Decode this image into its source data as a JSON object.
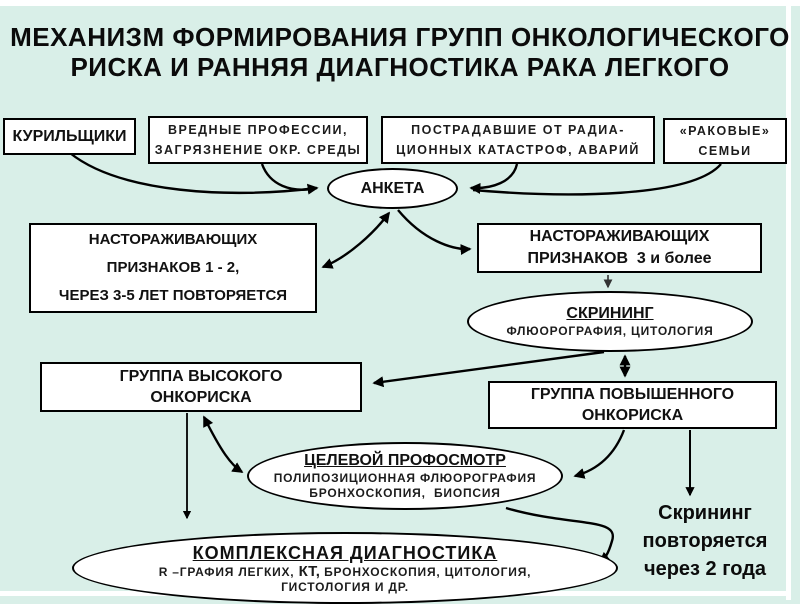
{
  "title": {
    "line1": "МЕХАНИЗМ ФОРМИРОВАНИЯ ГРУПП ОНКОЛОГИЧЕСКОГО",
    "line2": "РИСКА И РАННЯЯ ДИАГНОСТИКА РАКА ЛЕГКОГО"
  },
  "sources": {
    "smokers": "КУРИЛЬЩИКИ",
    "professions_line1": "ВРЕДНЫЕ ПРОФЕССИИ,",
    "professions_line2": "ЗАГРЯЗНЕНИЕ ОКР. СРЕДЫ",
    "radiation_line1": "ПОСТРАДАВШИЕ ОТ РАДИА-",
    "radiation_line2": "ЦИОННЫХ КАТАСТРОФ, АВАРИЙ",
    "families_line1": "«РАКОВЫЕ»",
    "families_line2": "СЕМЬИ"
  },
  "anketa": {
    "label": "АНКЕТА"
  },
  "signs_low": {
    "line1": "НАСТОРАЖИВАЮЩИХ",
    "line2": "ПРИЗНАКОВ 1 - 2,",
    "line3": "ЧЕРЕЗ 3-5 ЛЕТ ПОВТОРЯЕТСЯ"
  },
  "signs_high": {
    "line1": "НАСТОРАЖИВАЮЩИХ",
    "line2": "ПРИЗНАКОВ  3 и более"
  },
  "screening": {
    "title": "СКРИНИНГ",
    "subtitle": "ФЛЮОРОГРАФИЯ, ЦИТОЛОГИЯ"
  },
  "group_high": {
    "line1": "ГРУППА ВЫСОКОГО",
    "line2": "ОНКОРИСКА"
  },
  "group_elevated": {
    "line1": "ГРУППА ПОВЫШЕННОГО",
    "line2": "ОНКОРИСКА"
  },
  "prof_exam": {
    "title": "ЦЕЛЕВОЙ ПРОФОСМОТР",
    "subtitle1": "ПОЛИПОЗИЦИОННАЯ ФЛЮОРОГРАФИЯ",
    "subtitle2": "БРОНХОСКОПИЯ,  БИОПСИЯ"
  },
  "diagnostics": {
    "title": "КОМПЛЕКСНАЯ ДИАГНОСТИКА",
    "sub_pre": "R –ГРАФИЯ ЛЕГКИХ, ",
    "sub_kt": "КТ, ",
    "sub_post": "БРОНХОСКОПИЯ, ЦИТОЛОГИЯ,",
    "sub_line2": "ГИСТОЛОГИЯ И ДР."
  },
  "note": {
    "line1": "Скрининг",
    "line2": "повторяется",
    "line3": "через 2 года"
  },
  "colors": {
    "background": "#d9efe8",
    "shape_fill": "#ffffff",
    "stroke": "#000000",
    "text": "#111111"
  }
}
